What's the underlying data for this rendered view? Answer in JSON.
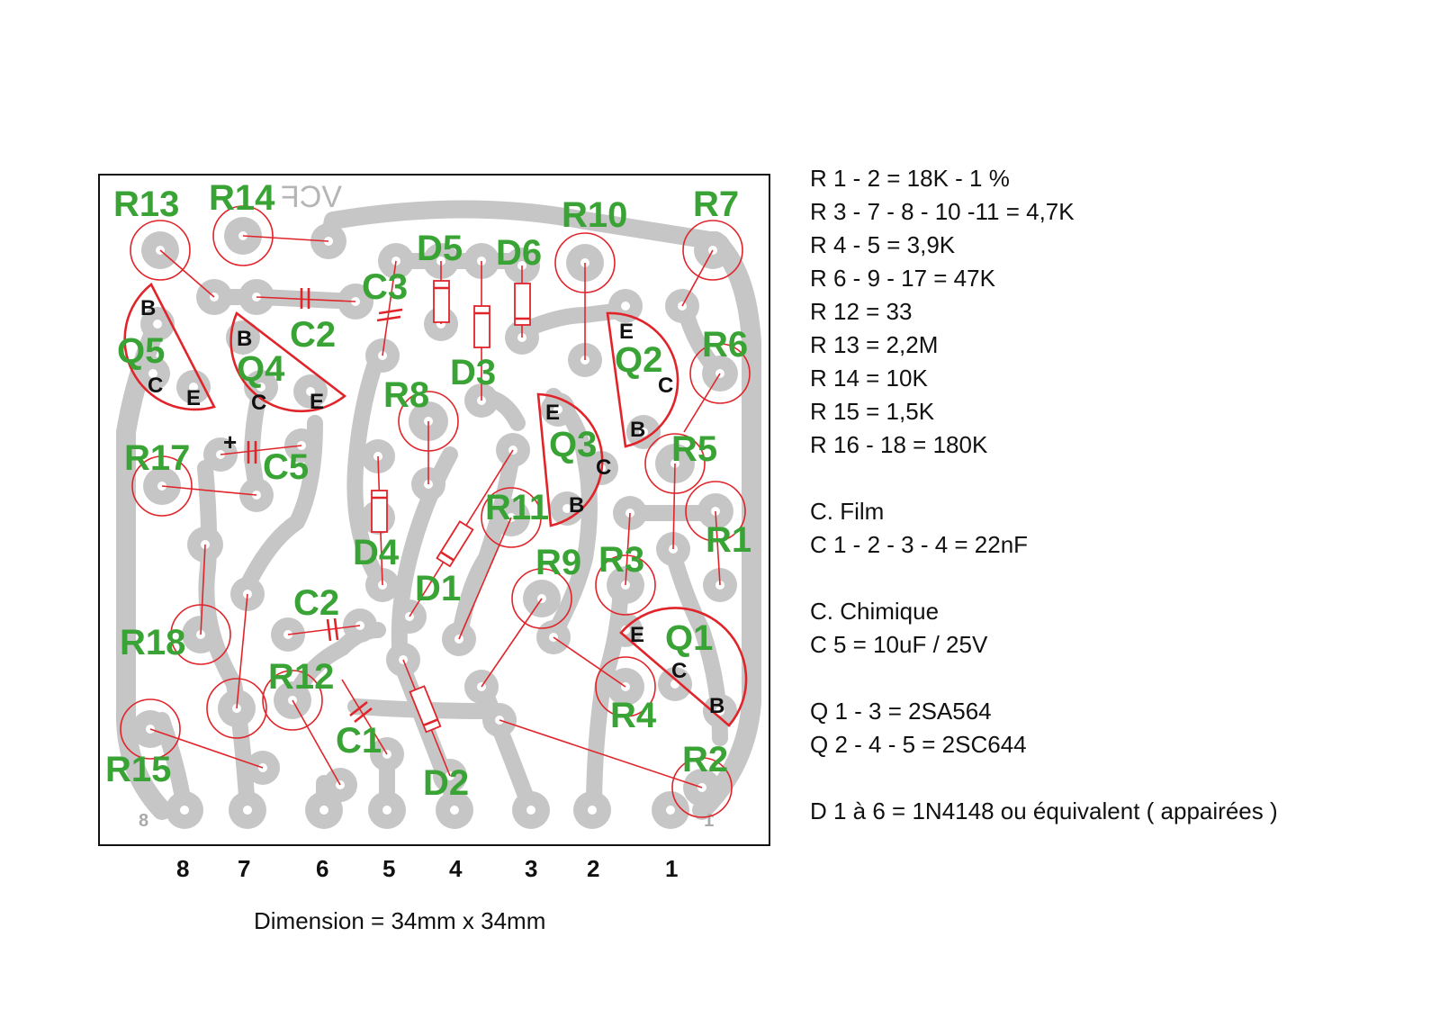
{
  "board": {
    "mirror_title": "VCF",
    "corner_left": "8",
    "corner_right": "1"
  },
  "components": [
    {
      "id": "R13",
      "label": "R13"
    },
    {
      "id": "R14",
      "label": "R14"
    },
    {
      "id": "R10",
      "label": "R10"
    },
    {
      "id": "R7",
      "label": "R7"
    },
    {
      "id": "R6",
      "label": "R6"
    },
    {
      "id": "R5",
      "label": "R5"
    },
    {
      "id": "R8",
      "label": "R8"
    },
    {
      "id": "R11",
      "label": "R11"
    },
    {
      "id": "R17",
      "label": "R17"
    },
    {
      "id": "R1",
      "label": "R1"
    },
    {
      "id": "R3",
      "label": "R3"
    },
    {
      "id": "R9",
      "label": "R9"
    },
    {
      "id": "R18",
      "label": "R18"
    },
    {
      "id": "R12",
      "label": "R12"
    },
    {
      "id": "R4",
      "label": "R4"
    },
    {
      "id": "R15",
      "label": "R15"
    },
    {
      "id": "R2",
      "label": "R2"
    },
    {
      "id": "C3",
      "label": "C3"
    },
    {
      "id": "C2a",
      "label": "C2"
    },
    {
      "id": "C5",
      "label": "C5"
    },
    {
      "id": "C2b",
      "label": "C2"
    },
    {
      "id": "C1",
      "label": "C1"
    },
    {
      "id": "D5",
      "label": "D5"
    },
    {
      "id": "D6",
      "label": "D6"
    },
    {
      "id": "D3",
      "label": "D3"
    },
    {
      "id": "D4",
      "label": "D4"
    },
    {
      "id": "D1",
      "label": "D1"
    },
    {
      "id": "D2",
      "label": "D2"
    },
    {
      "id": "Q5",
      "label": "Q5"
    },
    {
      "id": "Q4",
      "label": "Q4"
    },
    {
      "id": "Q2",
      "label": "Q2"
    },
    {
      "id": "Q3",
      "label": "Q3"
    },
    {
      "id": "Q1",
      "label": "Q1"
    }
  ],
  "pin_letters": {
    "q5": [
      "B",
      "C",
      "E"
    ],
    "q4": [
      "B",
      "C",
      "E"
    ],
    "q2": [
      "E",
      "C",
      "B"
    ],
    "q3": [
      "E",
      "C",
      "B"
    ],
    "q1": [
      "E",
      "C",
      "B"
    ]
  },
  "c5_polarity": "+",
  "connector_numbers": [
    "8",
    "7",
    "6",
    "5",
    "4",
    "3",
    "2",
    "1"
  ],
  "legend": [
    "R 1 - 2 = 18K - 1 %",
    "R 3 - 7 - 8 - 10 -11 = 4,7K",
    "R 4 - 5 = 3,9K",
    "R 6 - 9 - 17 = 47K",
    "R 12 = 33",
    "R 13 = 2,2M",
    "R 14 = 10K",
    "R 15 = 1,5K",
    "R 16 - 18 = 180K",
    "",
    "C. Film",
    "C 1 - 2 - 3 - 4 = 22nF",
    "",
    "C. Chimique",
    "C 5 = 10uF / 25V",
    "",
    "Q 1 - 3 = 2SA564",
    "Q 2 - 4 - 5 = 2SC644",
    "",
    "D 1 à 6 = 1N4148 ou équivalent ( appairées )"
  ],
  "dimension": "Dimension = 34mm x 34mm"
}
